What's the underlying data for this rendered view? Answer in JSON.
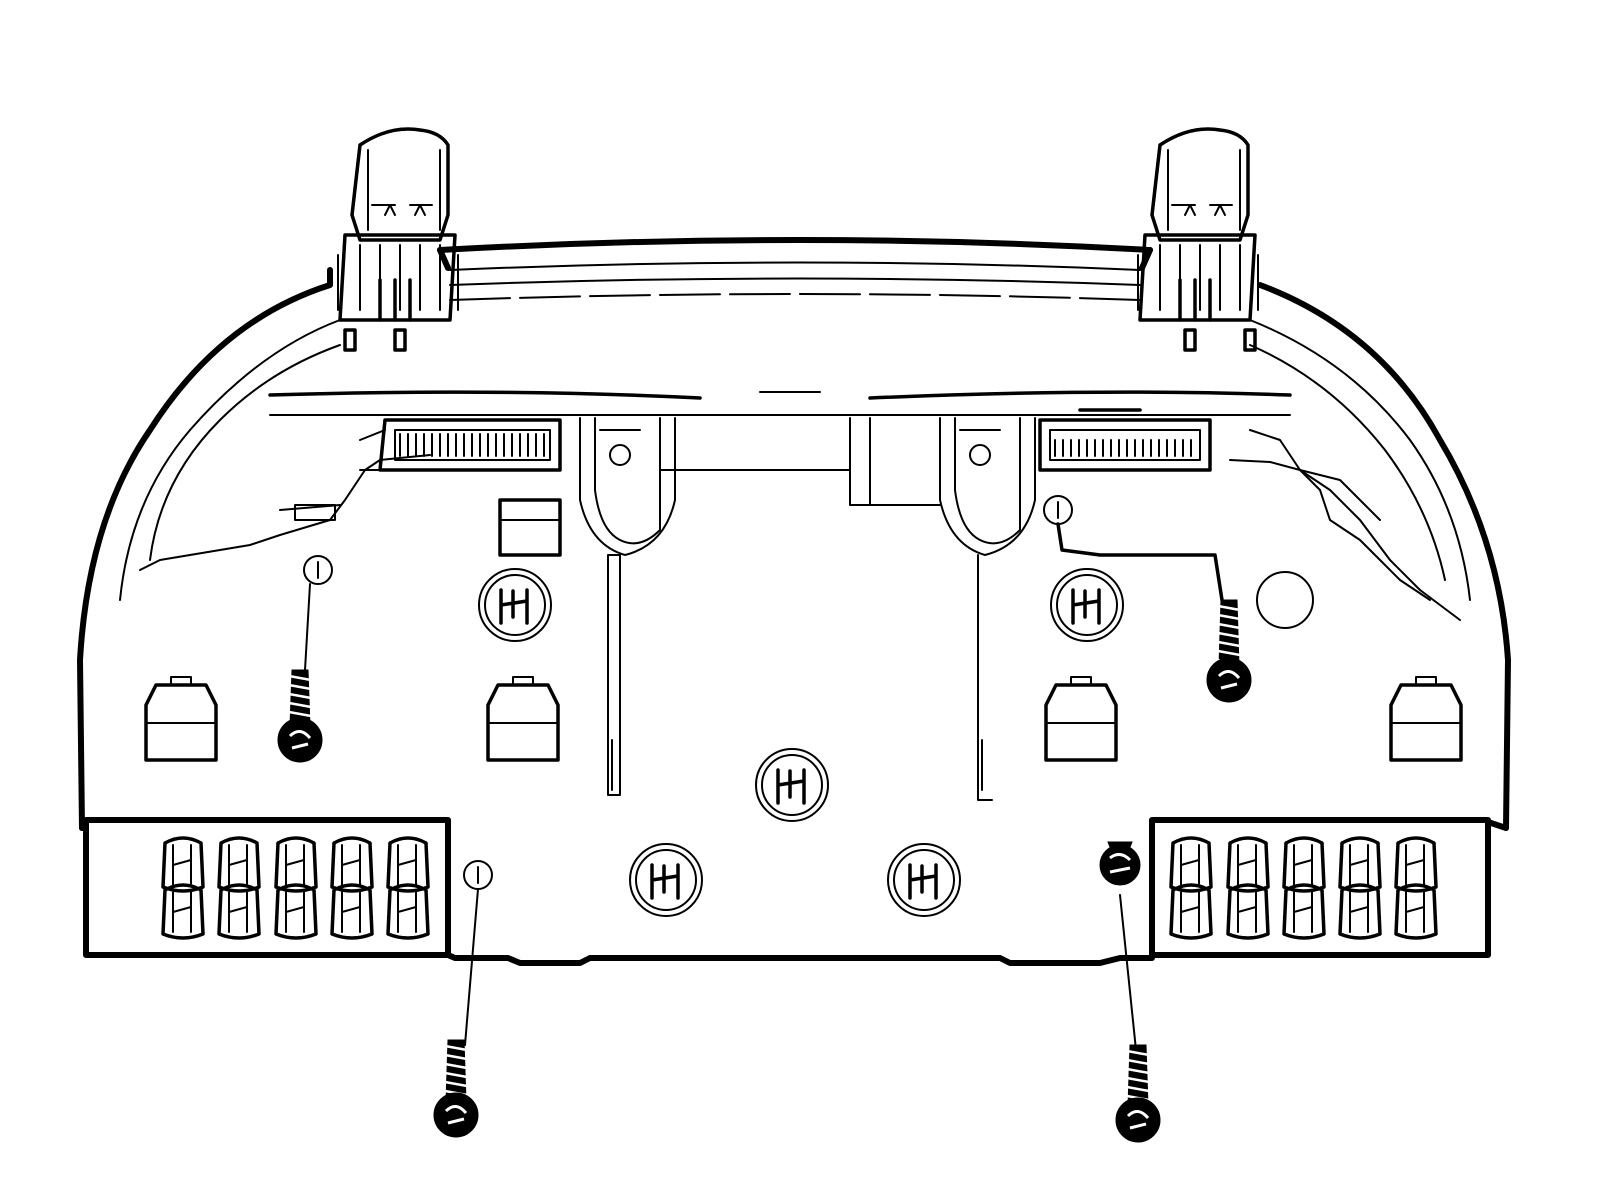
{
  "diagram": {
    "line_color": "#000000",
    "background": "#ffffff",
    "parts": {
      "housing": "instrument-cluster-housing",
      "mounting_tabs": [
        "mounting-tab",
        "mounting-tab"
      ],
      "screws": [
        "screw",
        "screw",
        "screw",
        "screw"
      ]
    }
  }
}
